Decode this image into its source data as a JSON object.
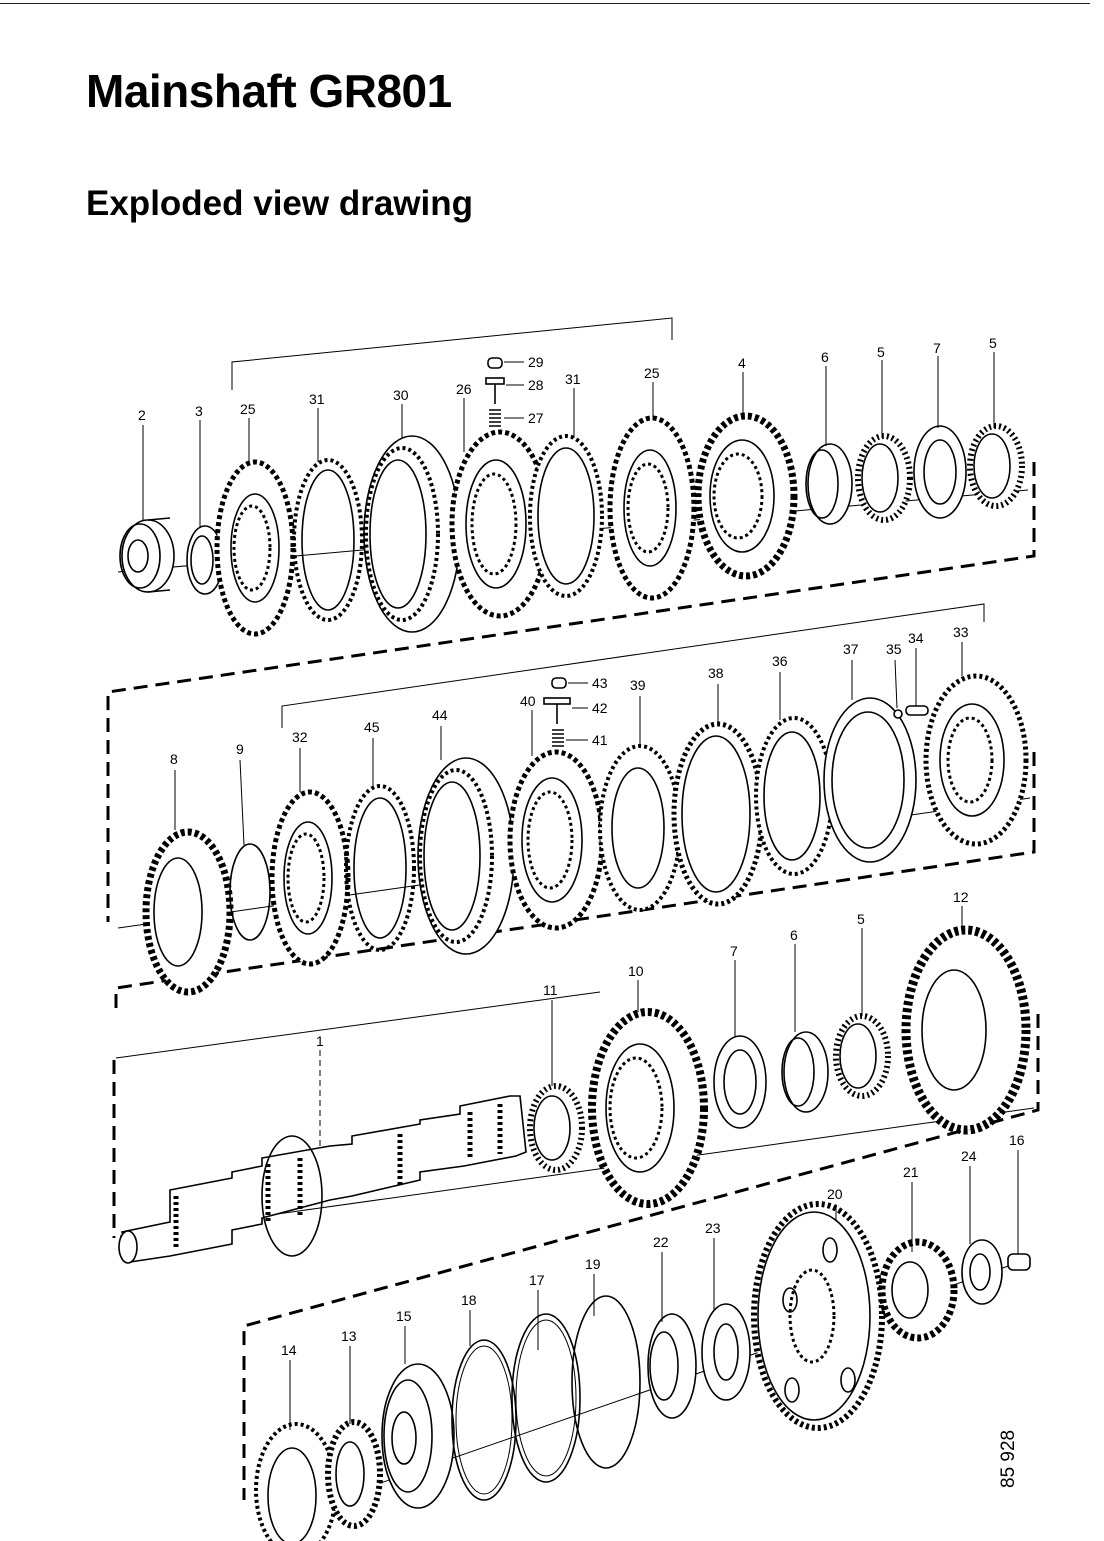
{
  "document": {
    "title": "Mainshaft GR801",
    "subtitle": "Exploded view drawing",
    "drawing_number": "85 928"
  },
  "rows": [
    {
      "name": "row-1",
      "labels": [
        "2",
        "3",
        "25",
        "31",
        "30",
        "26",
        "29",
        "28",
        "27",
        "31",
        "25",
        "4",
        "6",
        "5",
        "7",
        "5"
      ]
    },
    {
      "name": "row-2",
      "labels": [
        "8",
        "9",
        "32",
        "45",
        "44",
        "40",
        "43",
        "42",
        "41",
        "39",
        "38",
        "36",
        "37",
        "35",
        "34",
        "33"
      ]
    },
    {
      "name": "row-3",
      "labels": [
        "1",
        "11",
        "10",
        "7",
        "6",
        "5",
        "12"
      ]
    },
    {
      "name": "row-4",
      "labels": [
        "14",
        "13",
        "15",
        "18",
        "17",
        "19",
        "22",
        "23",
        "20",
        "21",
        "24",
        "16"
      ]
    }
  ]
}
